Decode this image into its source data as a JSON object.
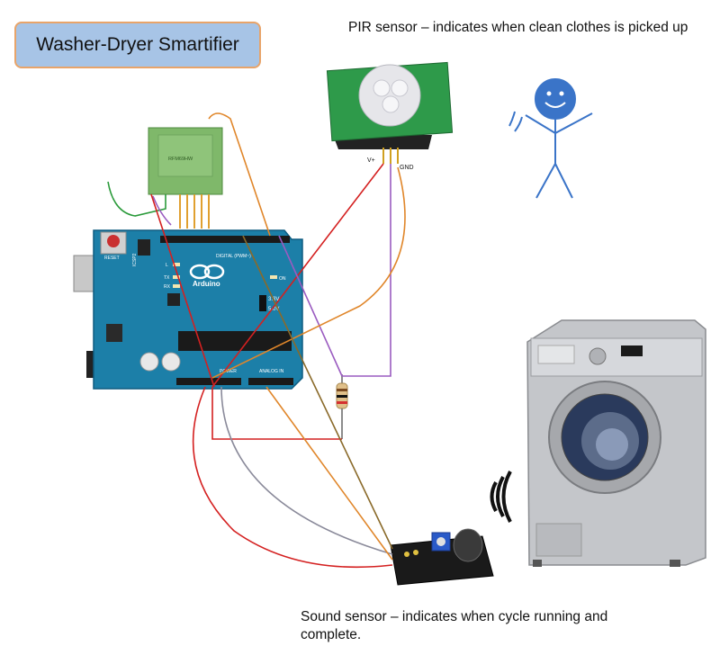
{
  "title": "Washer-Dryer Smartifier",
  "captions": {
    "pir": "PIR sensor – indicates when clean clothes is picked up",
    "sound": "Sound sensor – indicates when cycle running and complete."
  },
  "board_labels": {
    "arduino": "Arduino",
    "reset": "RESET",
    "icsp": "ICSP2",
    "digital": "DIGITAL (PWM~)",
    "power": "POWER",
    "analog": "ANALOG IN",
    "on": "ON",
    "v33": "3.3V",
    "v50": "5.0V",
    "l": "L",
    "tx": "TX",
    "rx": "RX"
  },
  "radio_module": {
    "label": "RFM69HW"
  },
  "pir_pins": {
    "vplus": "V+",
    "gnd": "GND"
  },
  "colors": {
    "title_fill": "#a7c4e6",
    "title_border": "#e8a46a",
    "arduino": "#1c7fa8",
    "radio": "#7fb86a",
    "wire_red": "#d42020",
    "wire_orange": "#e0862a",
    "wire_purple": "#9a5bc0",
    "wire_gray": "#8a8a9a",
    "wire_green": "#2a9a3a",
    "person": "#3a74c8"
  }
}
